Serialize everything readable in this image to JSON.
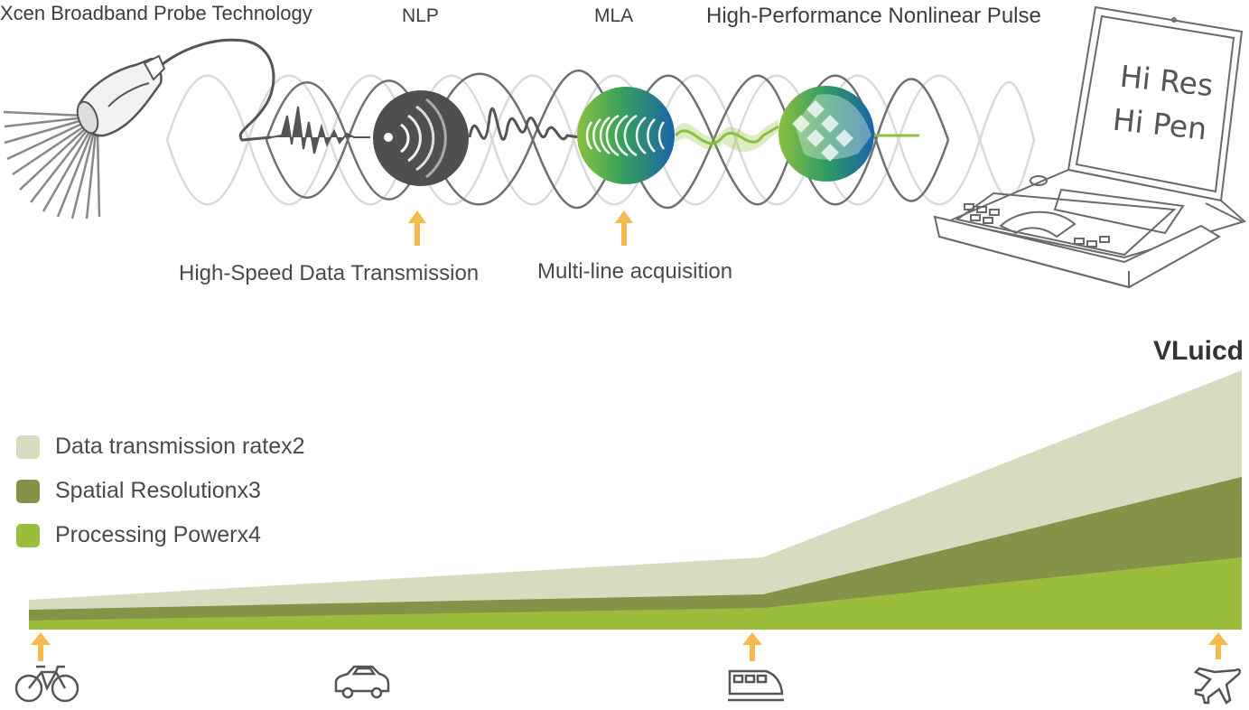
{
  "top": {
    "probe_label": "Xcen Broadband Probe Technology",
    "nlp_label": "NLP",
    "mla_label": "MLA",
    "hpnp_label": "High-Performance Nonlinear Pulse",
    "hsdt_label": "High-Speed Data Transmission",
    "mlacq_label": "Multi-line acquisition",
    "screen_line1": "Hi Res",
    "screen_line2": "Hi Pen"
  },
  "brand": "VLuicd",
  "legend": [
    {
      "label": "Data transmission ratex2",
      "color": "#d5dcc0"
    },
    {
      "label": "Spatial Resolutionx3",
      "color": "#849347"
    },
    {
      "label": "Processing Powerx4",
      "color": "#9bbd3c"
    }
  ],
  "colors": {
    "arrow": "#f5b94f",
    "wave_dark": "#6d6d6d",
    "wave_light": "#d8d8d8",
    "sphere_dark": "#4f4f4f",
    "green": "#8bc13f",
    "blue": "#1a64a8"
  },
  "icons": [
    "bicycle-icon",
    "car-icon",
    "train-icon",
    "airplane-icon"
  ]
}
